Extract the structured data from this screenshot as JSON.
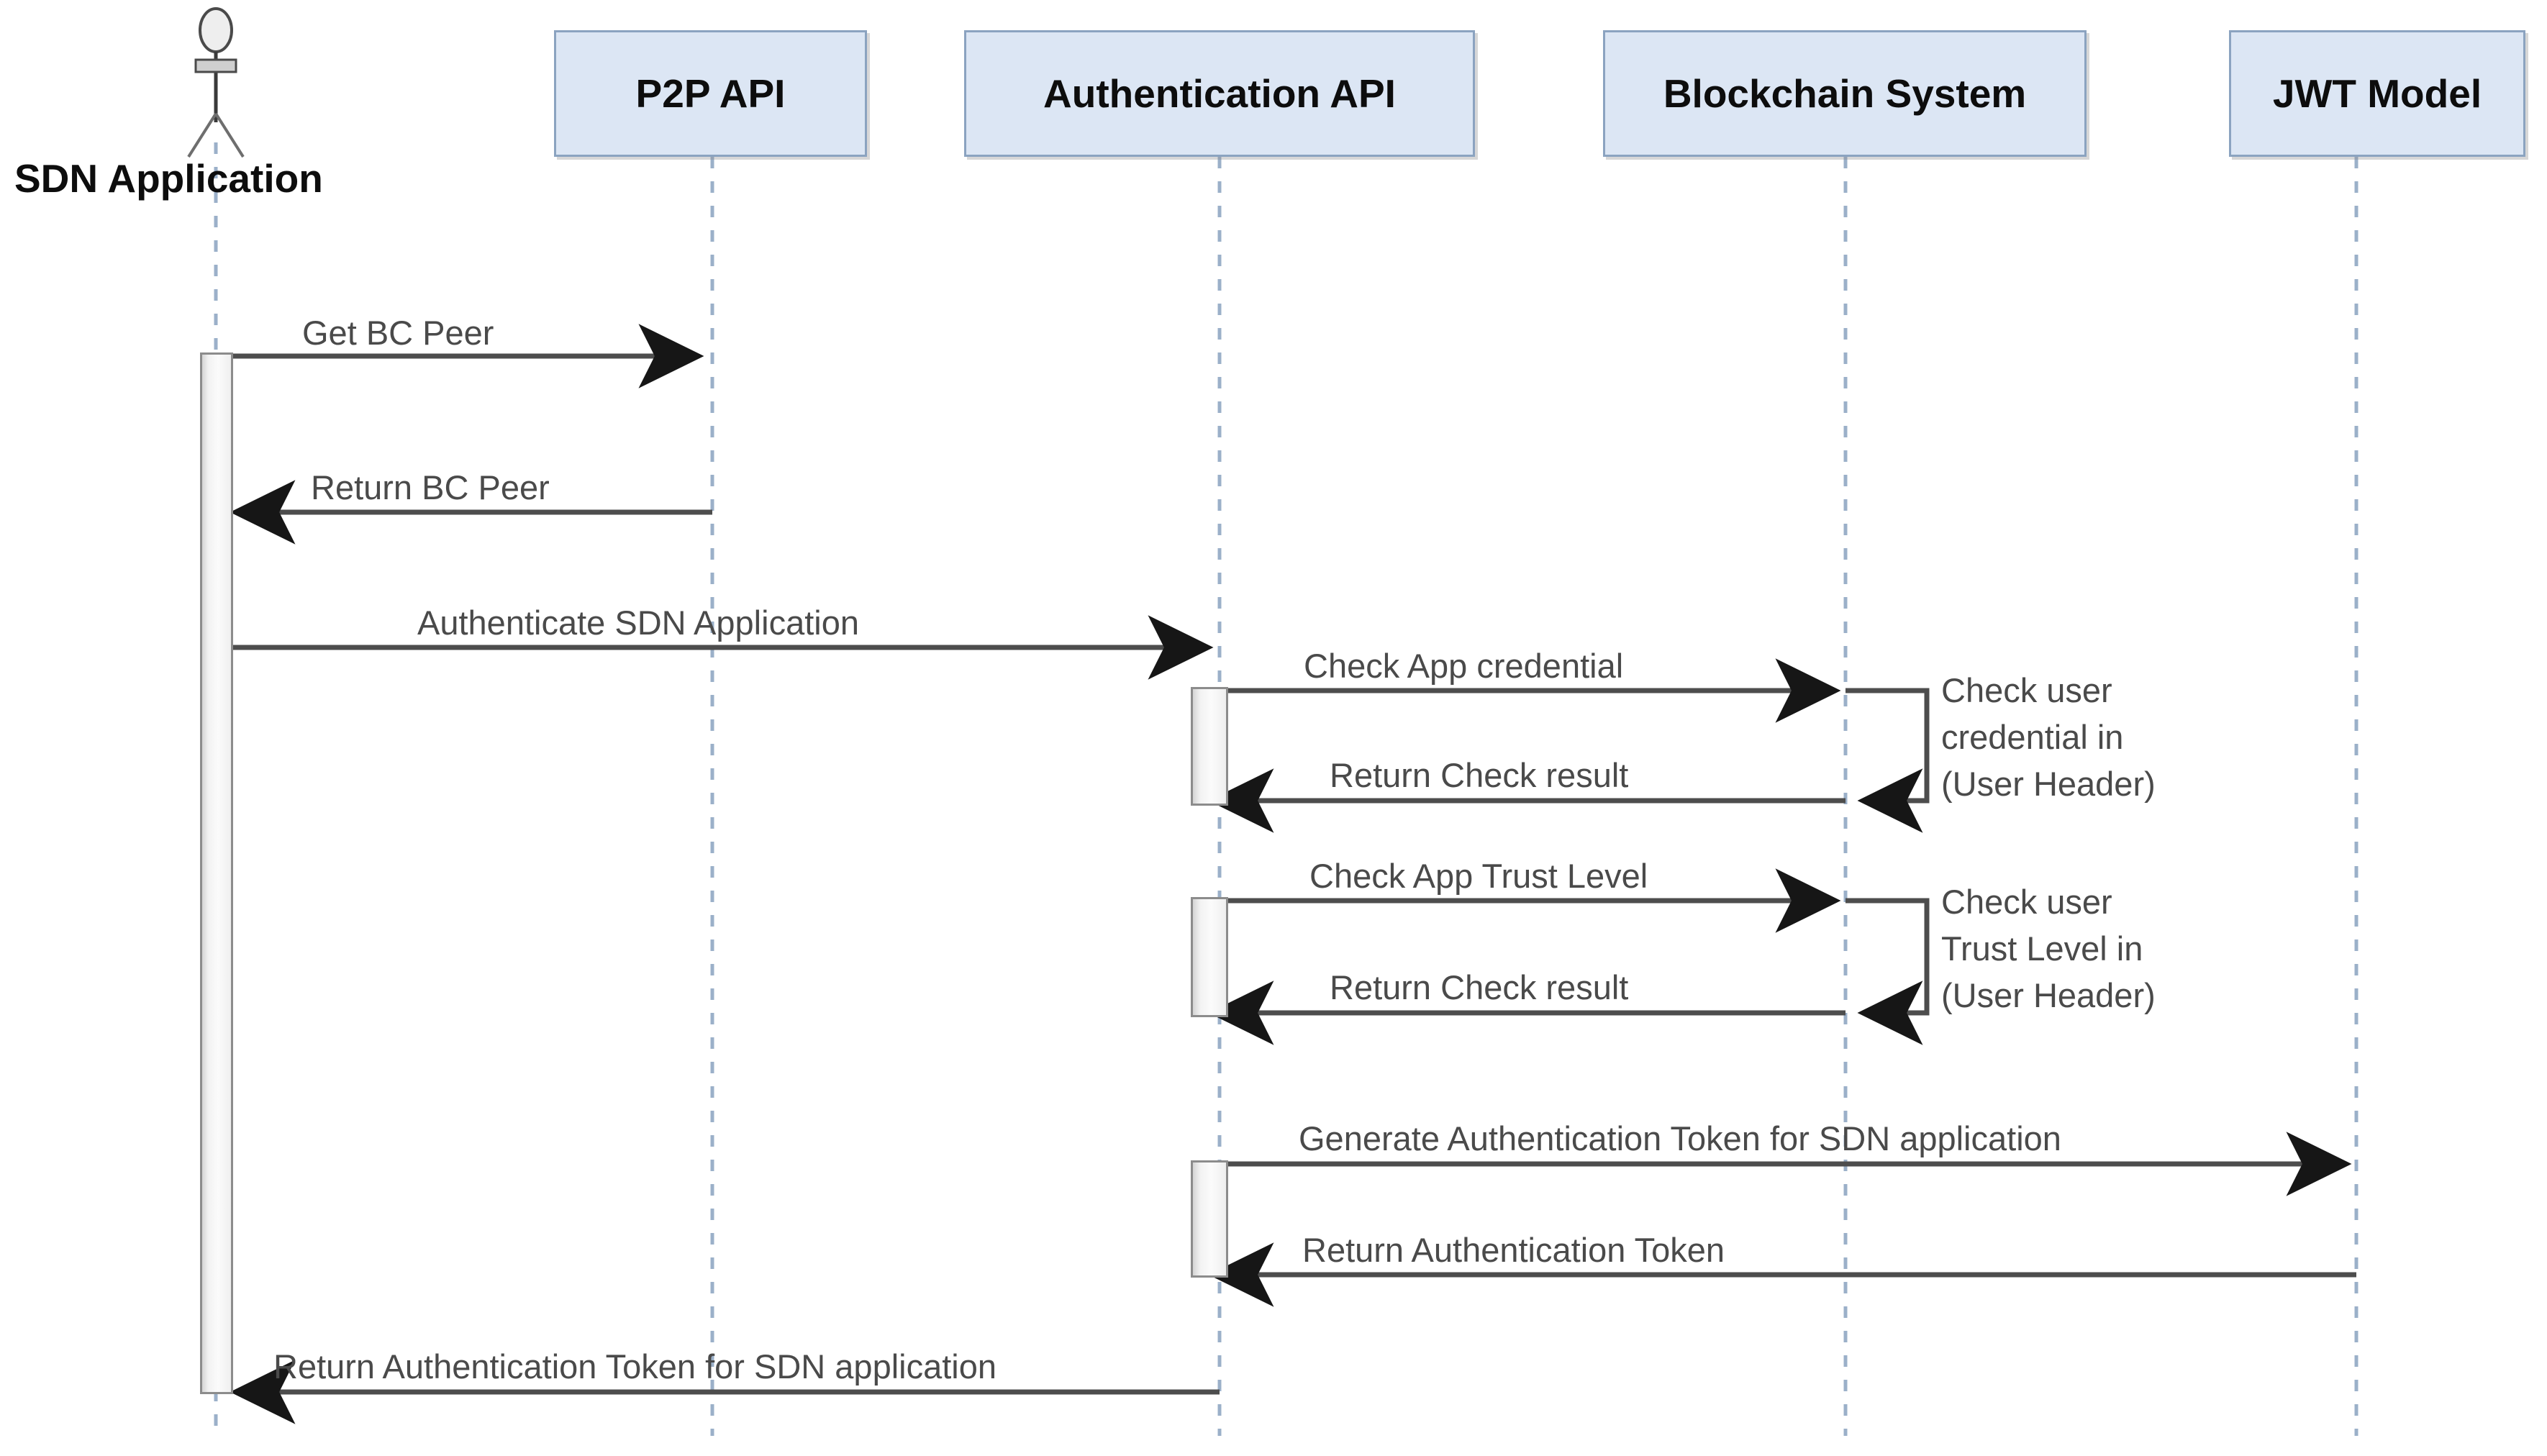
{
  "diagram": {
    "title": "SDN Application Authentication Sequence Diagram",
    "type": "uml-sequence-diagram",
    "colors": {
      "lifeline_box_fill": "#dce6f4",
      "lifeline_box_border": "#8ba3c0",
      "message_text": "#4a4a4a",
      "arrow": "#4d4d4d",
      "lifeline_dash": "#9bb0c9",
      "activation_fill": "#f2f2f2",
      "activation_border": "#8c8c8c"
    },
    "actor": {
      "name": "sdn-application-actor",
      "label": "SDN Application"
    },
    "participants": [
      {
        "id": "p2p",
        "label": "P2P API"
      },
      {
        "id": "auth",
        "label": "Authentication API"
      },
      {
        "id": "blockchain",
        "label": "Blockchain System"
      },
      {
        "id": "jwt",
        "label": "JWT Model"
      }
    ],
    "messages": [
      {
        "id": "m1",
        "label": "Get BC Peer",
        "from": "SDN Application",
        "to": "P2P API",
        "direction": "right",
        "kind": "call"
      },
      {
        "id": "m2",
        "label": "Return BC Peer",
        "from": "P2P API",
        "to": "SDN Application",
        "direction": "left",
        "kind": "return"
      },
      {
        "id": "m3",
        "label": "Authenticate SDN Application",
        "from": "SDN Application",
        "to": "Authentication API",
        "direction": "right",
        "kind": "call"
      },
      {
        "id": "m4",
        "label": "Check App credential",
        "from": "Authentication API",
        "to": "Blockchain System",
        "direction": "right",
        "kind": "call"
      },
      {
        "id": "m5",
        "label": "Return Check result",
        "from": "Blockchain System",
        "to": "Authentication API",
        "direction": "left",
        "kind": "return"
      },
      {
        "id": "m6",
        "label": "Check App Trust Level",
        "from": "Authentication API",
        "to": "Blockchain System",
        "direction": "right",
        "kind": "call"
      },
      {
        "id": "m7",
        "label": "Return Check result",
        "from": "Blockchain System",
        "to": "Authentication API",
        "direction": "left",
        "kind": "return"
      },
      {
        "id": "m8",
        "label": "Generate Authentication Token for SDN application",
        "from": "Authentication API",
        "to": "JWT Model",
        "direction": "right",
        "kind": "call"
      },
      {
        "id": "m9",
        "label": "Return  Authentication Token",
        "from": "JWT Model",
        "to": "Authentication API",
        "direction": "left",
        "kind": "return"
      },
      {
        "id": "m10",
        "label": "Return Authentication Token for SDN application",
        "from": "Authentication API",
        "to": "SDN Application",
        "direction": "left",
        "kind": "return"
      }
    ],
    "self_notes": [
      {
        "id": "n1",
        "on": "Blockchain System",
        "lines": [
          "Check user",
          "credential in",
          "(User Header)"
        ]
      },
      {
        "id": "n2",
        "on": "Blockchain System",
        "lines": [
          "Check user",
          "Trust Level in",
          "(User Header)"
        ]
      }
    ]
  }
}
